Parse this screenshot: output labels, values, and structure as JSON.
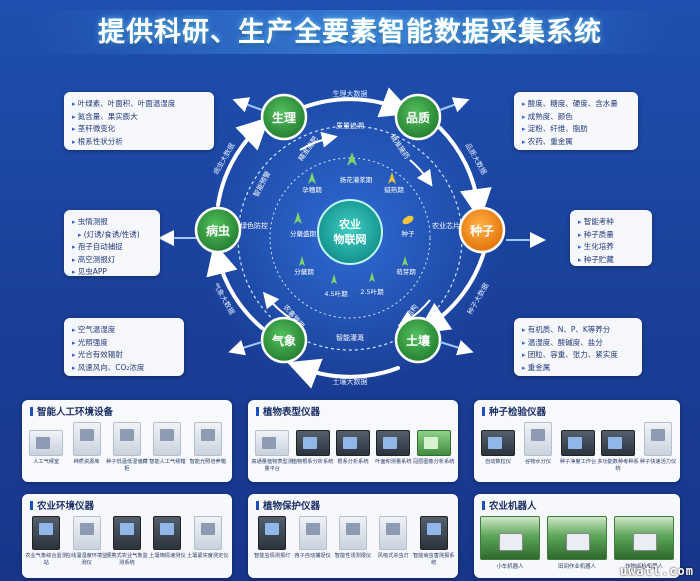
{
  "title": "提供科研、生产全要素智能数据采集系统",
  "colors": {
    "background": "#1f4fb0",
    "node_green": "#2e9a3b",
    "node_orange": "#f28a16",
    "center_teal": "#1aa39a",
    "ring": "#ffffff"
  },
  "center": {
    "label_line1": "农业",
    "label_line2": "物联网"
  },
  "nodes": {
    "physiology": "生理",
    "quality": "品质",
    "seed": "种子",
    "soil": "土壤",
    "weather": "气象",
    "pest": "病虫"
  },
  "outer_ring_labels": {
    "top": "生理大数据",
    "right": "品质大数据",
    "right_lower": "种子大数据",
    "bottom": "土壤大数据",
    "left_lower": "气象大数据",
    "left_upper": "病虫大数据"
  },
  "inner_ring_labels": {
    "top": "质量追溯",
    "right": "农业芯片",
    "bottom": "智能灌溉",
    "left": "绿色防控",
    "upper_left_a": "精准施肥",
    "upper_left_b": "智能预警",
    "upper_right": "精准施药",
    "lower_right": "种植结构",
    "lower_left": "农事管理"
  },
  "growth_stages": {
    "stage1": "扬花灌浆期",
    "stage2": "孕穗期",
    "stage3": "蜡熟期",
    "stage4": "分蘖盛期",
    "stage5": "种子",
    "stage6": "分蘖期",
    "stage7": "萌芽期",
    "stage8": "4.5叶期",
    "stage9": "2.5叶期"
  },
  "panels": {
    "physiology": [
      "叶绿素、叶面积、叶面温湿度",
      "氮含量、果实膨大",
      "茎秆微变化",
      "根系性状分析"
    ],
    "quality": [
      "酸度、糖度、硬度、含水量",
      "成熟度、颜色",
      "淀粉、纤维、脂肪",
      "农药、重金属"
    ],
    "seed": [
      "智能考种",
      "种子质量",
      "生化培养",
      "种子贮藏"
    ],
    "soil": [
      "有机质、N、P、K等养分",
      "温湿度、酸碱度、盐分",
      "团粒、容重、张力、紧实度",
      "重金属"
    ],
    "weather": [
      "空气温湿度",
      "光照强度",
      "光合有效辐射",
      "风速风向、CO₂浓度"
    ],
    "pest": [
      "虫情测报",
      "(灯诱/食诱/性诱)",
      "孢子自动捕捉",
      "高空测报灯",
      "见虫APP"
    ]
  },
  "bottom_cards": {
    "env_equipment": {
      "title": "智能人工环境设备",
      "items": [
        "人工气候室",
        "种质资源库",
        "种子低温低湿储藏柜",
        "智能人工气候箱",
        "智能光照培养箱"
      ]
    },
    "phenotype": {
      "title": "植物表型仪器",
      "items": [
        "高通量植物表型测量平台",
        "植物根系分析系统",
        "根系分析系统",
        "叶面积测量系统",
        "冠层图像分析系统"
      ]
    },
    "seed_instruments": {
      "title": "种子检验仪器",
      "items": [
        "自动数粒仪",
        "谷物水分仪",
        "种子净度工作台",
        "多功能数种考种系统",
        "种子快速活力仪"
      ]
    },
    "field_instruments": {
      "title": "农业环境仪器",
      "items": [
        "农业气象综合监测站",
        "在线温湿度环境监测仪",
        "便携式农业气象监测系统",
        "土壤墒情速测仪",
        "土壤紧实度测定仪"
      ]
    },
    "protection": {
      "title": "植物保护仪器",
      "items": [
        "智能虫情测报灯",
        "孢子自动捕捉仪",
        "智能性诱测报仪",
        "风吸式杀虫灯",
        "智能病虫害测报系统"
      ]
    },
    "robots": {
      "title": "农业机器人",
      "items": [
        "小车机器人",
        "田间作业机器人",
        "作物巡检机器人"
      ]
    }
  },
  "watermark": "uwatl.com"
}
